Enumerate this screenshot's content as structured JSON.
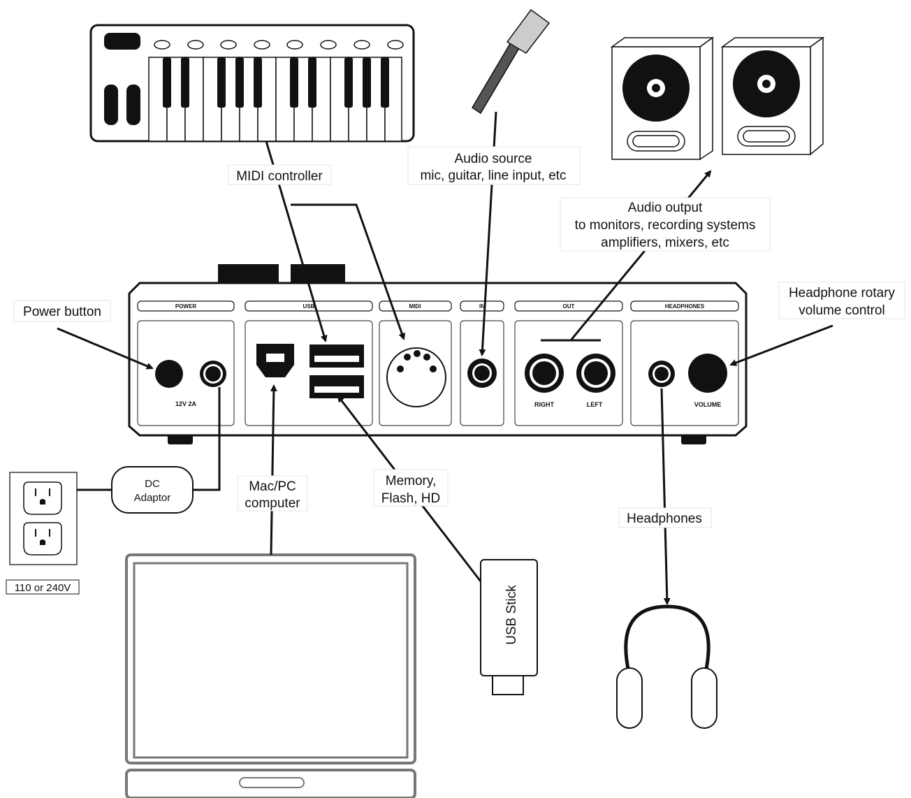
{
  "labels": {
    "midi_controller": "MIDI controller",
    "audio_source_line1": "Audio source",
    "audio_source_line2": "mic, guitar, line input, etc",
    "audio_output_line1": "Audio output",
    "audio_output_line2": "to monitors, recording systems",
    "audio_output_line3": "amplifiers, mixers, etc",
    "power_button": "Power button",
    "headphone_rotary_line1": "Headphone rotary",
    "headphone_rotary_line2": "volume control",
    "dc_adaptor_line1": "DC",
    "dc_adaptor_line2": "Adaptor",
    "voltage": "110 or 240V",
    "computer_line1": "Mac/PC",
    "computer_line2": "computer",
    "memory_line1": "Memory,",
    "memory_line2": "Flash, HD",
    "usb_stick": "USB  Stick",
    "headphones": "Headphones"
  },
  "panel": {
    "sections": [
      "POWER",
      "USB",
      "MIDI",
      "IN",
      "OUT",
      "HEADPHONES"
    ],
    "power_spec": "12V 2A",
    "out_right": "RIGHT",
    "out_left": "LEFT",
    "volume": "VOLUME"
  }
}
